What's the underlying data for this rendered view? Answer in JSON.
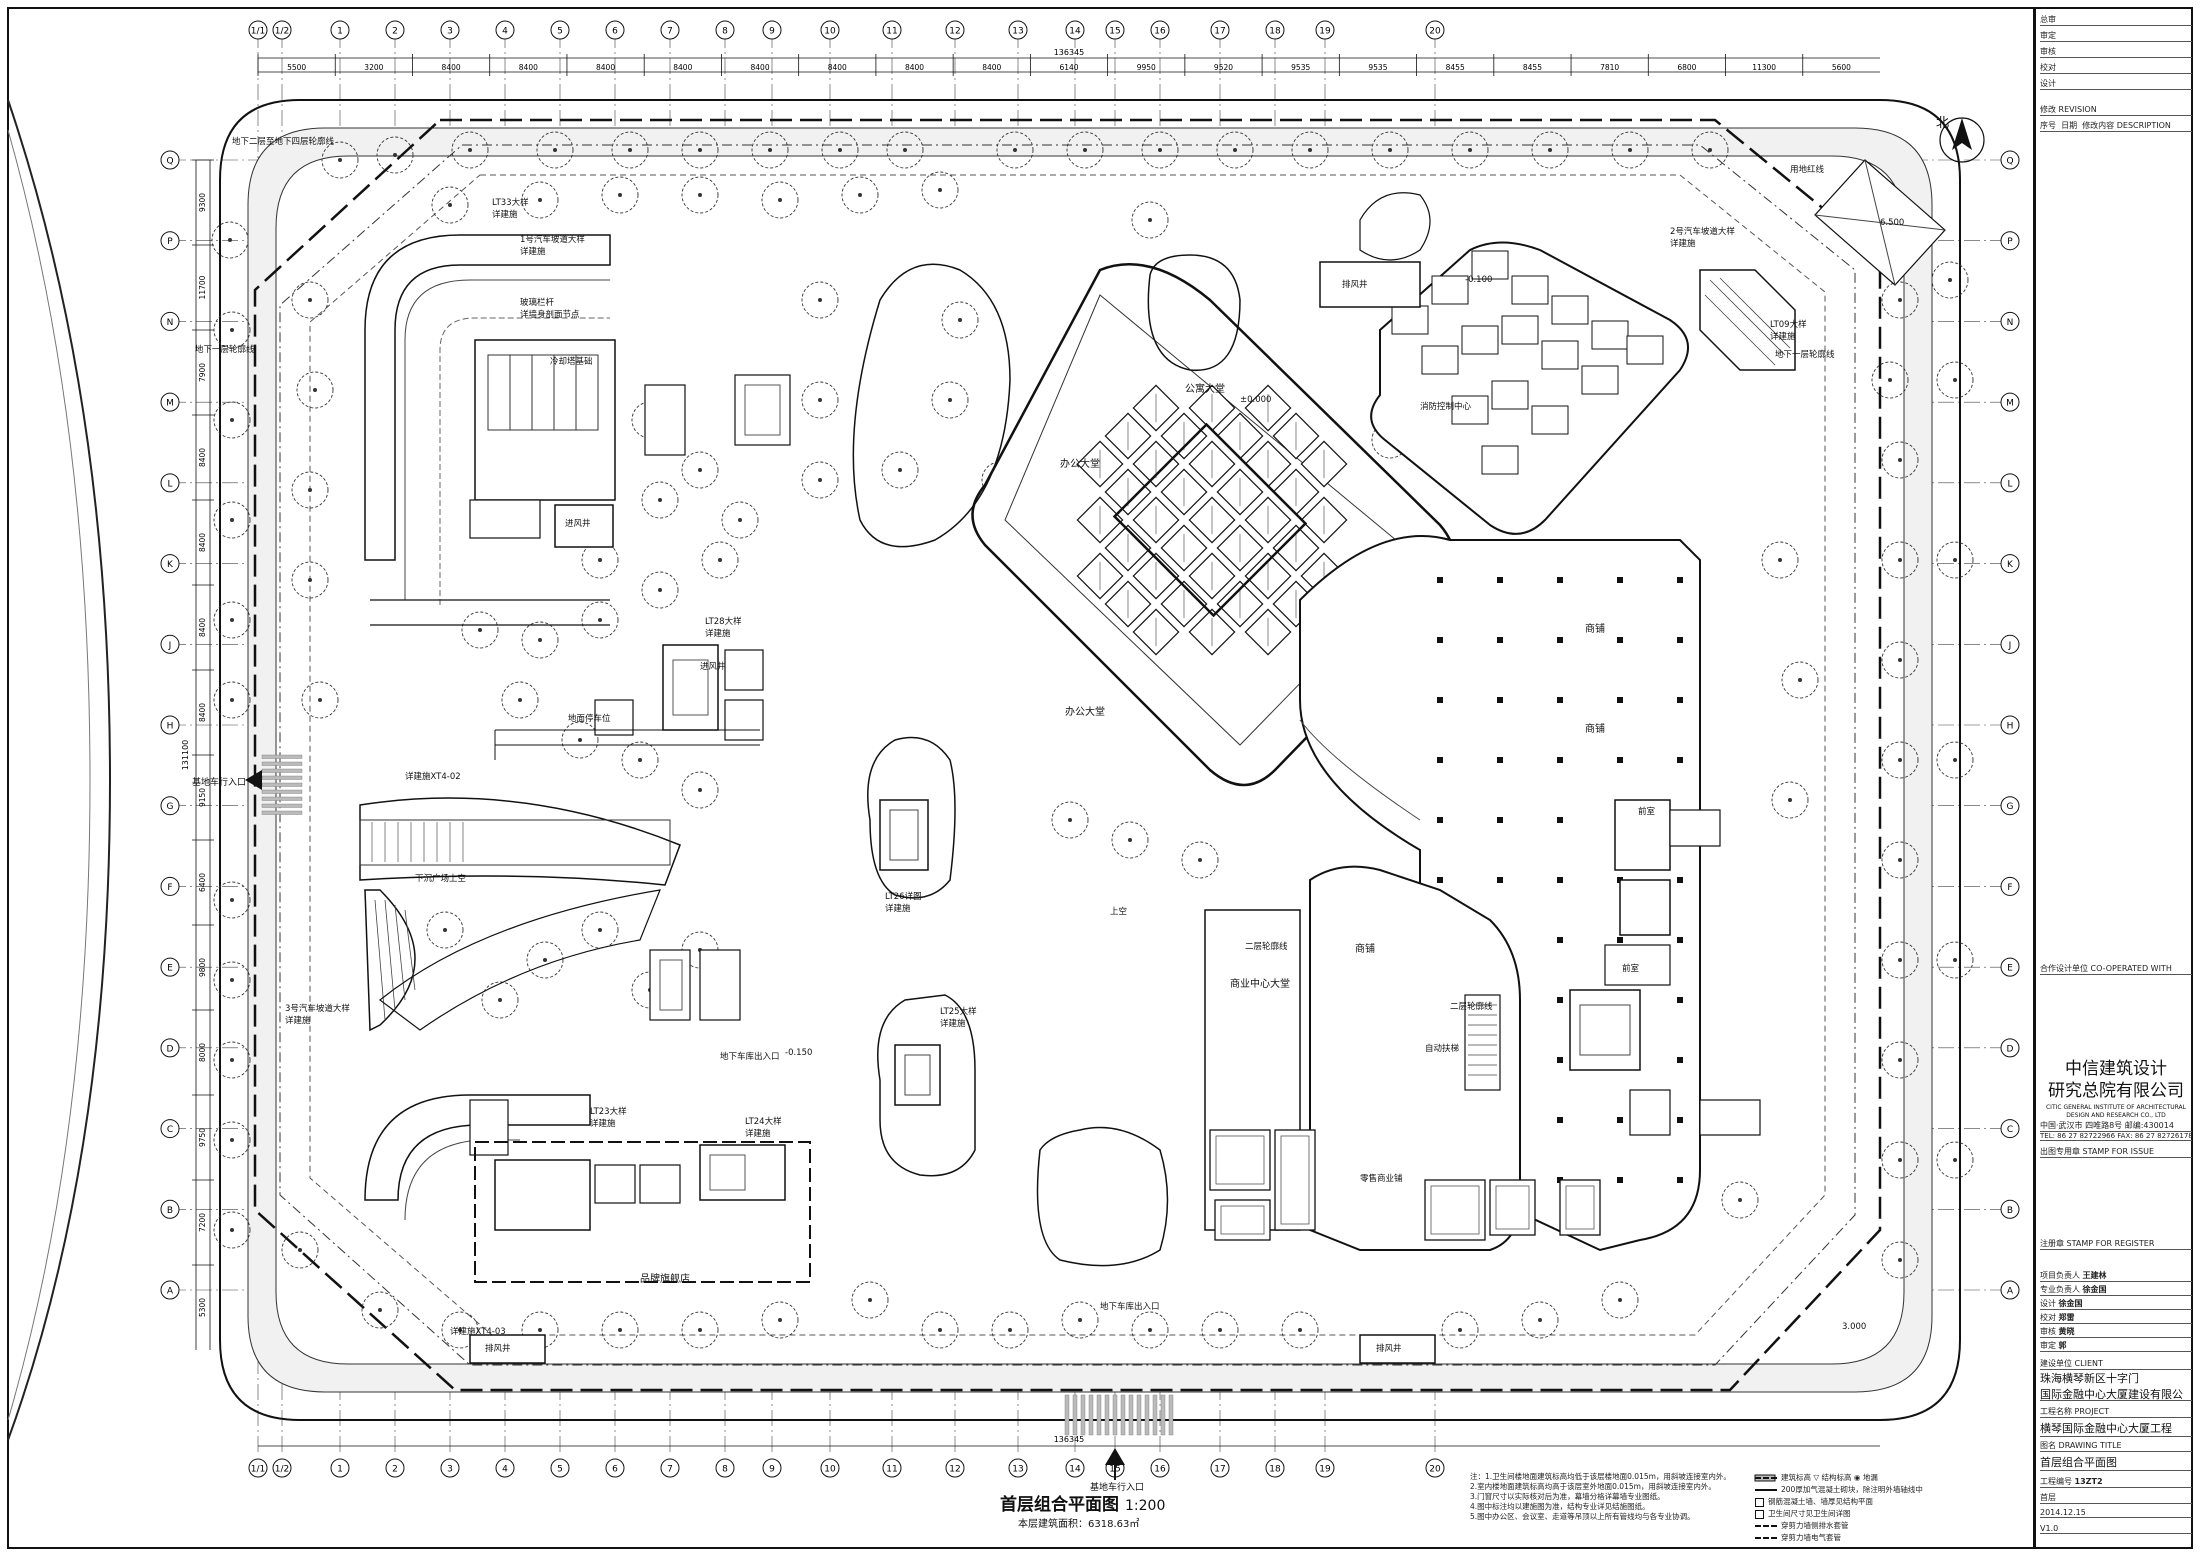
{
  "drawing": {
    "title": "首层组合平面图",
    "scale": "1:200",
    "area_note": "本层建筑面积：6318.63㎡",
    "north_label": "北"
  },
  "grid": {
    "columns": [
      "1/1",
      "1/2",
      "1",
      "2",
      "3",
      "4",
      "5",
      "6",
      "7",
      "8",
      "9",
      "10",
      "11",
      "12",
      "13",
      "14",
      "15",
      "16",
      "17",
      "18",
      "19",
      "20"
    ],
    "rows": [
      "Q",
      "P",
      "N",
      "M",
      "L",
      "K",
      "J",
      "H",
      "G",
      "F",
      "E",
      "D",
      "C",
      "B",
      "A"
    ],
    "top_dims": [
      "5500",
      "3200",
      "8400",
      "8400",
      "8400",
      "8400",
      "8400",
      "8400",
      "8400",
      "8400",
      "6140",
      "9950",
      "9520",
      "9535",
      "9535",
      "8455",
      "8455",
      "7810",
      "6800",
      "11300",
      "5600"
    ],
    "total_top": "136345",
    "total_bottom": "136345",
    "left_dims": [
      "9300",
      "11700",
      "7900",
      "8400",
      "8400",
      "8400",
      "8400",
      "9150",
      "6400",
      "9800",
      "8000",
      "9750",
      "7200",
      "5300"
    ],
    "total_left": "131100"
  },
  "labels": {
    "basement2": "地下二层至地下四层轮廓线",
    "basement1": "地下一层轮廓线",
    "basement1_right": "地下一层轮廓线",
    "redline": "用地红线",
    "ramp1": "1号汽车坡道大样\n详建施",
    "ramp2": "2号汽车坡道大样\n详建施",
    "ramp3": "3号汽车坡道大样\n详建施",
    "cooling": "冷却塔基础",
    "office_lobby": "办公大堂",
    "office_lobby2": "办公大堂",
    "public_lobby": "公寓大堂",
    "commercial_lobby": "商业中心大堂",
    "shop": "商铺",
    "shop2": "商铺",
    "shop3": "商铺",
    "retail": "零售商业铺",
    "front_desk": "前室",
    "front_desk2": "前室",
    "sunken_plaza": "下沉广场上空",
    "flagship": "品牌旗舰店",
    "exhaust": "排风井",
    "intake": "进风井",
    "exhaust2": "排风井",
    "exhaust3": "排风井",
    "intake2": "进风井",
    "ground_parking": "地面停车位",
    "fire_control": "消防控制中心",
    "elevation_pos": "±0.000",
    "elev_a": "-0.100",
    "elev_b": "-0.150",
    "elev_c": "6.500",
    "elev_d": "3.000",
    "lt_a": "LT33大样\n详建施",
    "lt_b": "LT28大样\n详建施",
    "lt_c": "LT26详图\n详建施",
    "lt_d": "LT25大样\n详建施",
    "lt_e": "LT23大样\n详建施",
    "lt_f": "LT24大样\n详建施",
    "lt_g": "LT09大样\n详建施",
    "detail_xt": "详建施XT4-02",
    "detail_xt2": "详建施XT4-03",
    "rail": "玻璃栏杆\n详墙身剖面节点",
    "ground_ramp": "地下车库出入口",
    "ground_ramp2": "地下车库出入口",
    "pedestrian_west": "基地车行入口",
    "vehicle_south": "基地车行入口",
    "two_floor": "二层轮廓线",
    "two_floor2": "二层轮廓线",
    "escalator": "自动扶梯",
    "upper": "上空"
  },
  "notes": [
    "注：1.卫生间楼地面建筑标高均低于该层楼地面0.015m，用斜坡连接室内外。",
    "2.室内楼地面建筑标高均高于该层室外地面0.015m，用斜坡连接室内外。",
    "3.门窗尺寸以实际核对后为准，幕墙分格详幕墙专业图纸。",
    "4.图中标注均以建施图为准，结构专业详见结施图纸。",
    "5.图中办公区、会议室、走道等吊顶以上所有管线均与各专业协调。"
  ],
  "legend": [
    {
      "kind": "dash",
      "text": "建筑标高  ▽ 结构标高  ◉ 地漏"
    },
    {
      "kind": "solid",
      "text": "200厚加气混凝土砌块，除注明外墙轴线中"
    },
    {
      "kind": "sq",
      "text": "钢筋混凝土墙、墙厚见结构平面"
    },
    {
      "kind": "sq",
      "text": "卫生间尺寸见卫生间详图"
    },
    {
      "kind": "dash",
      "text": "穿剪力墙侧排水套管"
    },
    {
      "kind": "dash",
      "text": "穿剪力墙电气套管"
    }
  ],
  "title_block": {
    "company_cn": "中信建筑设计\n研究总院有限公司",
    "company_en": "CITIC GENERAL INSTITUTE OF ARCHITECTURAL DESIGN AND RESEARCH CO., LTD",
    "address": "中国·武汉市 四唯路8号  邮编:430014",
    "phone": "TEL: 86 27 82722966  FAX: 86 27 82726178",
    "stamp_label": "出图专用章 STAMP FOR ISSUE",
    "coop": "合作设计单位 CO-OPERATED WITH",
    "reg_stamp": "注册章 STAMP FOR REGISTER",
    "client_label": "建设单位 CLIENT",
    "client": "珠海横琴新区十字门\n国际金融中心大厦建设有限公司",
    "project_label": "工程名称 PROJECT",
    "project": "横琴国际金融中心大厦工程",
    "drawing_label": "图名 DRAWING TITLE",
    "drawing": "首层组合平面图",
    "rows": [
      {
        "k": "项目负责人",
        "v": "王建林"
      },
      {
        "k": "专业负责人",
        "v": "徐金国"
      },
      {
        "k": "设计",
        "v": "徐金国"
      },
      {
        "k": "校对",
        "v": "郑雷"
      },
      {
        "k": "审核",
        "v": "黄晓"
      },
      {
        "k": "审定",
        "v": "郭"
      }
    ],
    "project_no_label": "工程编号",
    "project_no": "13ZT2",
    "sheet_no": "首层",
    "date": "2014.12.15",
    "version": "V1.0",
    "rev_header": "修改 REVISION",
    "rev_cols": [
      "序号",
      "日期",
      "修改内容 DESCRIPTION"
    ],
    "sign_rows": [
      "总审",
      "审定",
      "审核",
      "校对",
      "设计"
    ]
  }
}
